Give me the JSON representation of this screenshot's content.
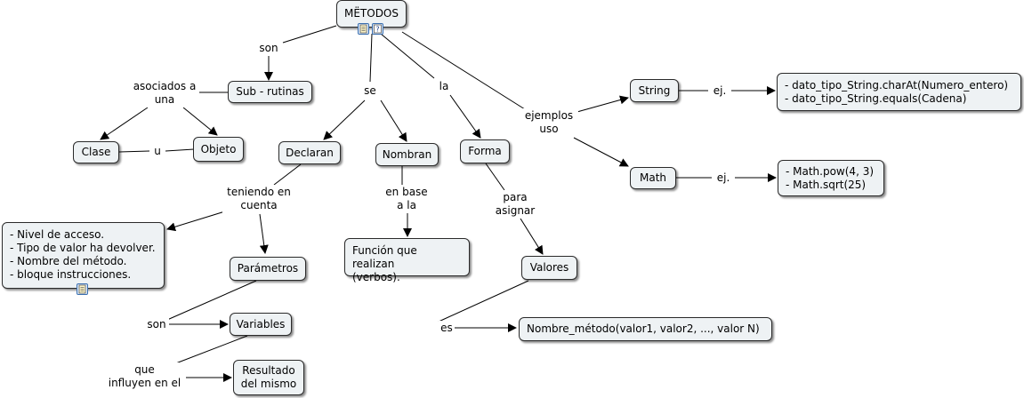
{
  "concepts": {
    "metodos": "MËTODOS",
    "sub_rutinas": "Sub - rutinas",
    "clase": "Clase",
    "objeto": "Objeto",
    "declaran": "Declaran",
    "nombran": "Nombran",
    "forma": "Forma",
    "string": "String",
    "math": "Math",
    "string_examples": "- dato_tipo_String.charAt(Numero_entero)\n- dato_tipo_String.equals(Cadena)",
    "math_examples": "- Math.pow(4, 3)\n- Math.sqrt(25)",
    "declaration_list": "- Nivel de acceso.\n- Tipo de valor ha devolver.\n- Nombre del método.\n- bloque instrucciones.",
    "parametros": "Parámetros",
    "funcion": "Función que realizan\n(verbos).",
    "valores": "Valores",
    "variables": "Variables",
    "nombre_metodo": "Nombre_método(valor1, valor2, ..., valor N)",
    "resultado": "Resultado\ndel mismo"
  },
  "linking_phrases": {
    "son": "son",
    "asociados_a_una": "asociados a\nuna",
    "u": "u",
    "se": "se",
    "la": "la",
    "ejemplos_uso": "ejemplos\nuso",
    "ej_string": "ej.",
    "ej_math": "ej.",
    "teniendo_en_cuenta": "teniendo en\ncuenta",
    "en_base_a_la": "en base\na la",
    "para_asignar": "para\nasignar",
    "son_params": "son",
    "es": "es",
    "que_influyen": "que\ninfluyen en el"
  },
  "icons": [
    "note-icon",
    "help-icon",
    "note-icon"
  ]
}
